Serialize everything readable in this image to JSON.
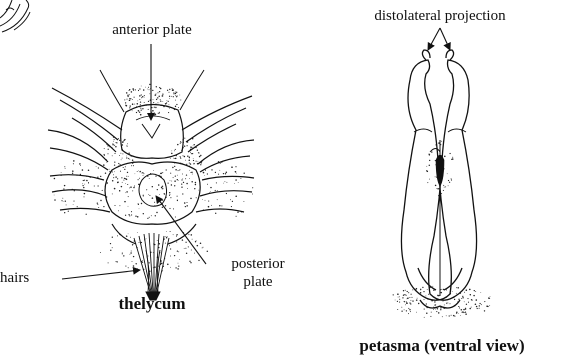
{
  "labels": {
    "anterior_plate": "anterior plate",
    "posterior_plate_line1": "posterior",
    "posterior_plate_line2": "plate",
    "hairs": "hairs",
    "thelycum": "thelycum",
    "distolateral_projection": "distolateral projection",
    "petasma": "petasma (ventral view)"
  },
  "colors": {
    "ink": "#111111",
    "stipple": "#222222"
  }
}
